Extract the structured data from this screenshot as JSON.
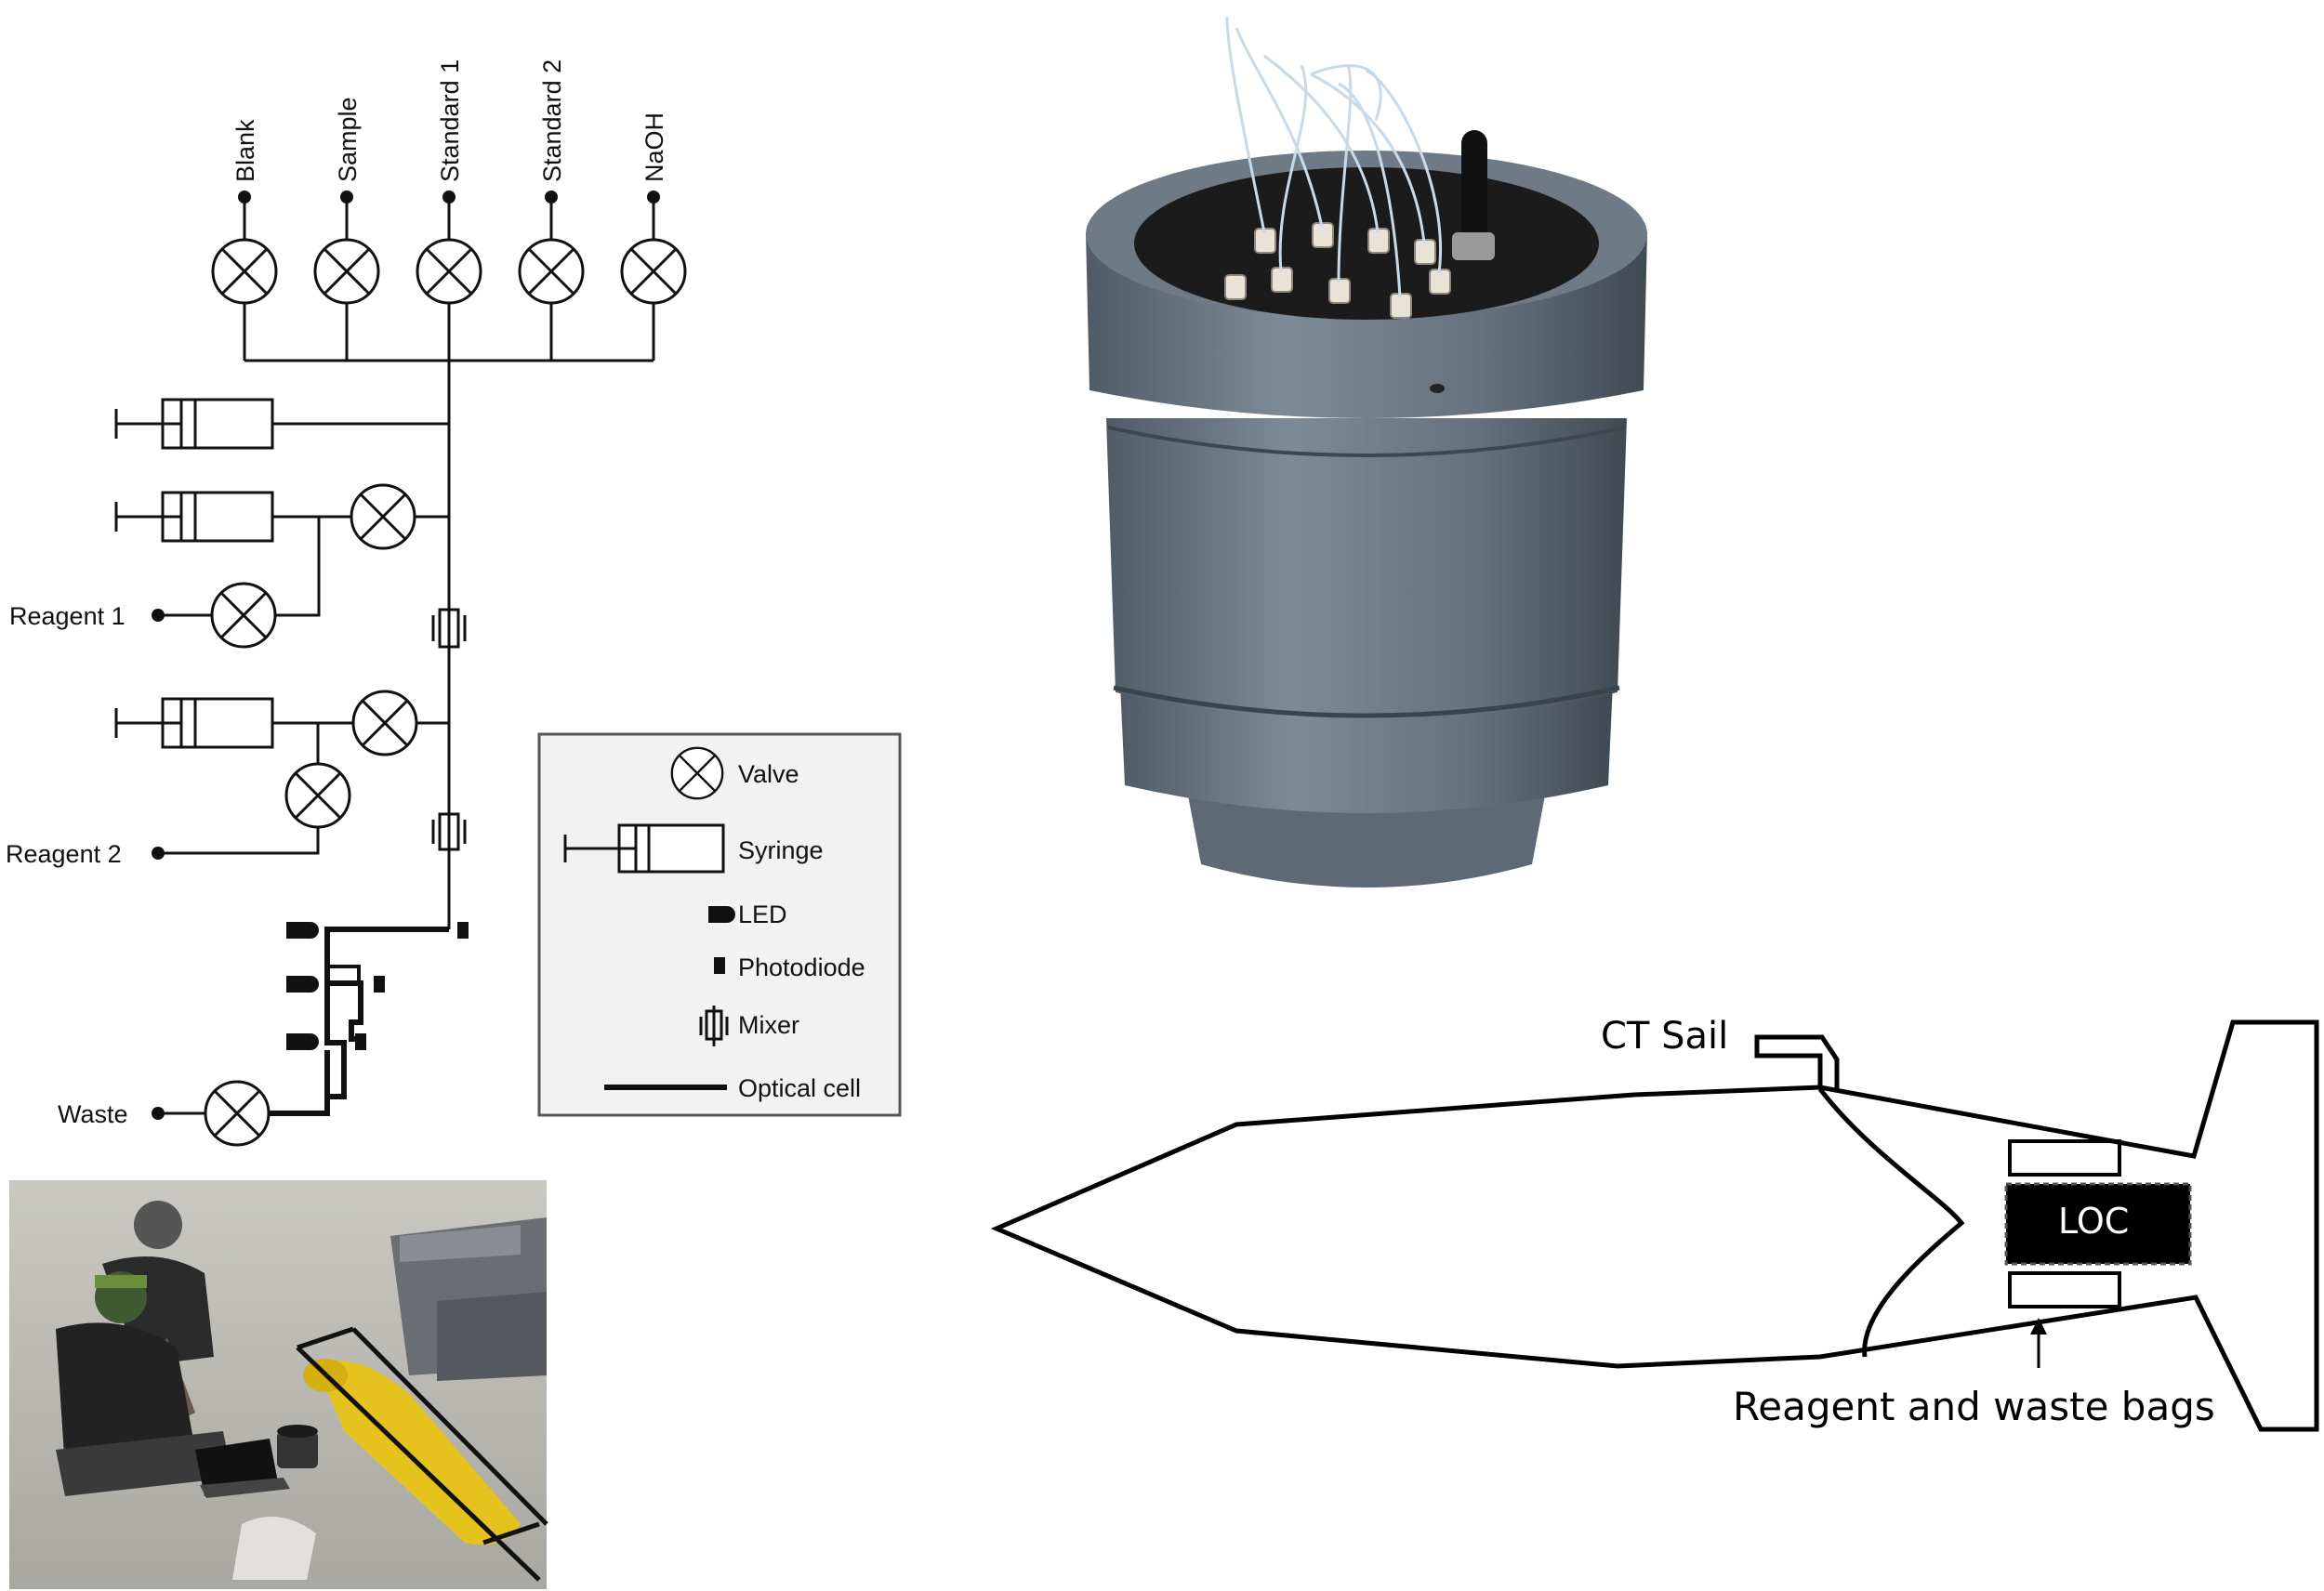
{
  "schematic": {
    "inlet_labels": [
      "Blank",
      "Sample",
      "Standard 1",
      "Standard 2",
      "NaOH"
    ],
    "side_labels": {
      "reagent1": "Reagent 1",
      "reagent2": "Reagent 2",
      "waste": "Waste"
    }
  },
  "legend": {
    "items": [
      {
        "icon": "valve-icon",
        "label": "Valve"
      },
      {
        "icon": "syringe-icon",
        "label": "Syringe"
      },
      {
        "icon": "led-icon",
        "label": "LED"
      },
      {
        "icon": "photodiode-icon",
        "label": "Photodiode"
      },
      {
        "icon": "mixer-icon",
        "label": "Mixer"
      },
      {
        "icon": "optical-cell-icon",
        "label": "Optical cell"
      }
    ]
  },
  "glider": {
    "ct_sail_label": "CT Sail",
    "loc_label": "LOC",
    "bags_label": "Reagent and waste bags"
  },
  "photos": {
    "sensor_housing": "cylindrical-sensor-housing-photo",
    "field_deployment": "field-deployment-photo"
  },
  "colors": {
    "housing_grey": "#6b7a87",
    "housing_top": "#1b1b1b",
    "glider_yellow": "#e6c31c",
    "line": "#111111"
  }
}
